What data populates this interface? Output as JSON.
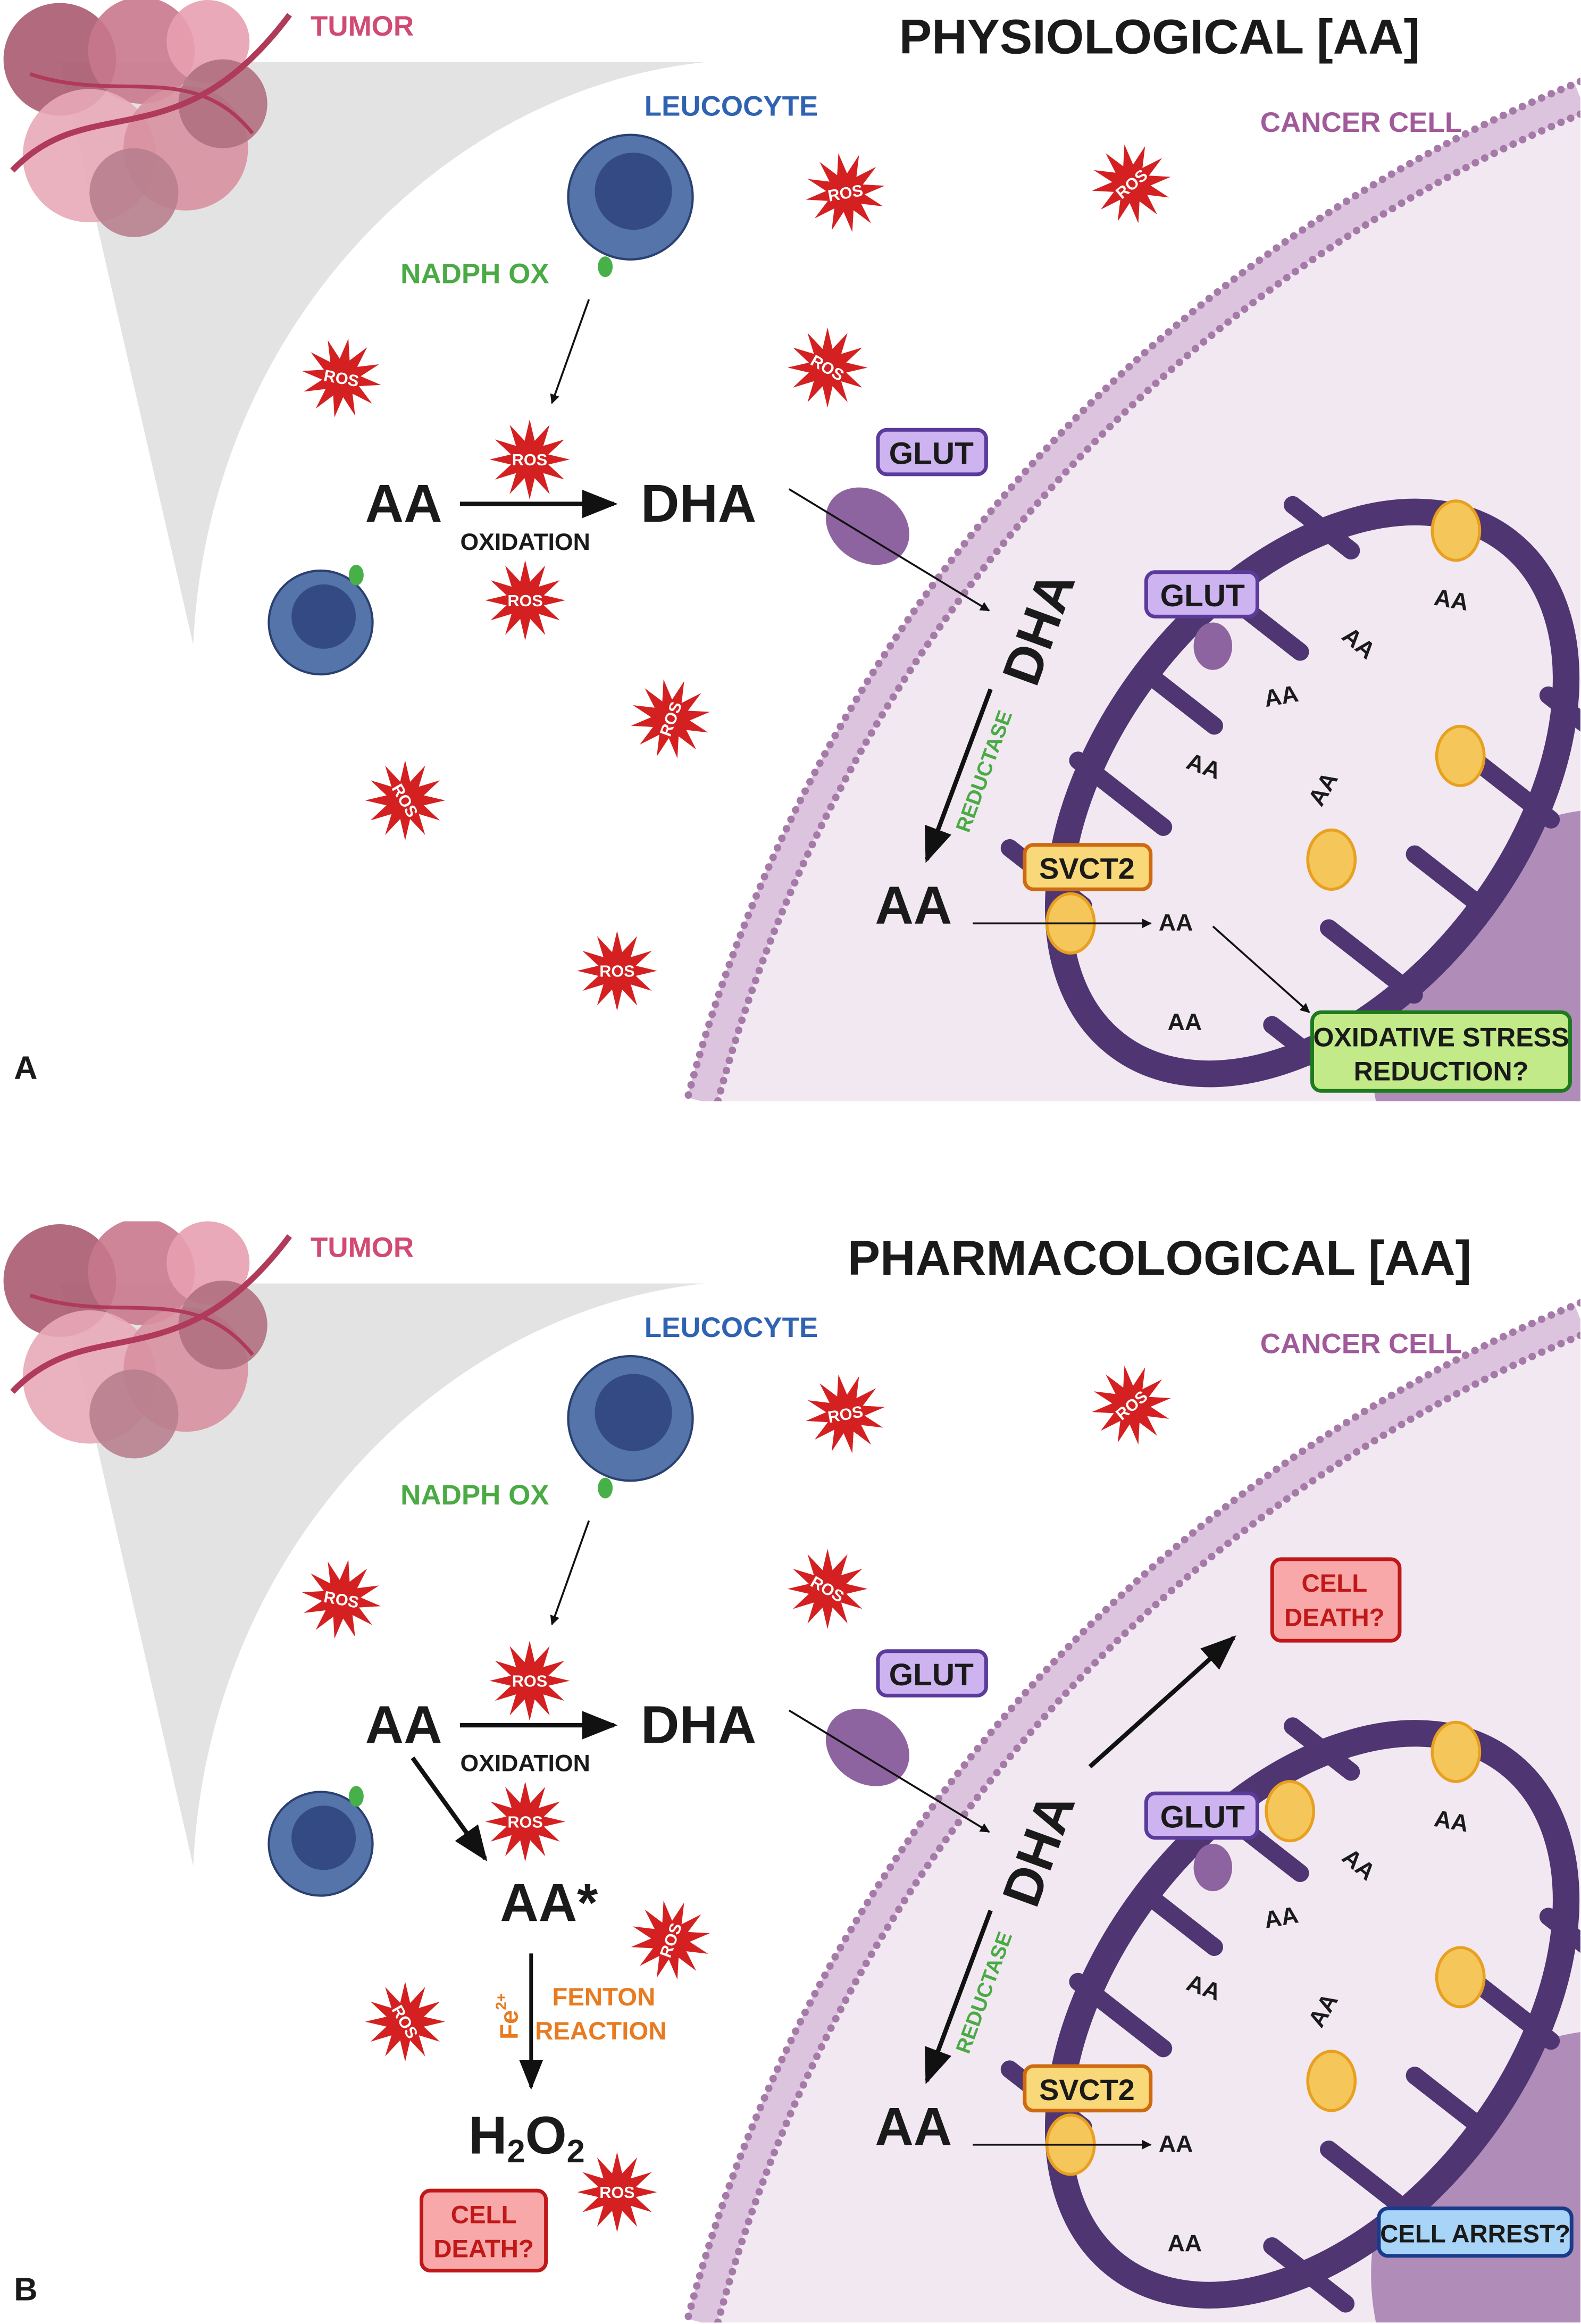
{
  "colors": {
    "tumor": "#d04a73",
    "leucocyte": "#2f62b0",
    "nadph": "#4aaa44",
    "cancer": "#a05a9a",
    "ros": "#d42020",
    "cell_fill": "#f1e8f2",
    "membrane": "#a57aa8",
    "mito": "#4f3672",
    "nucleus": "#b08cb8",
    "glut_box": "#cdb4f0",
    "svct_box": "#f8d878",
    "green_box": "#c3ea88",
    "red_box": "#f8a8a8",
    "blue_box": "#a8d4f8",
    "fenton": "#e87a20"
  },
  "common": {
    "tumor": "TUMOR",
    "leucocyte": "LEUCOCYTE",
    "nadph_ox": "NADPH OX",
    "cancer_cell": "CANCER CELL",
    "ros": "ROS",
    "aa": "AA",
    "dha": "DHA",
    "oxidation": "OXIDATION",
    "glut": "GLUT",
    "svct2": "SVCT2",
    "reductase": "REDUCTASE"
  },
  "panels": [
    {
      "letter": "A",
      "title": "PHYSIOLOGICAL [AA]",
      "outcome_line1": "OXIDATIVE STRESS",
      "outcome_line2": "REDUCTION?"
    },
    {
      "letter": "B",
      "title": "PHARMACOLOGICAL [AA]",
      "aa_star": "AA*",
      "fe": "Fe",
      "fe_charge": "2+",
      "fenton_line1": "FENTON",
      "fenton_line2": "REACTION",
      "h2o2": {
        "h": "H",
        "sub1": "2",
        "o": "O",
        "sub2": "2"
      },
      "cell_death_line1": "CELL",
      "cell_death_line2": "DEATH?",
      "cell_arrest": "CELL ARREST?"
    }
  ]
}
